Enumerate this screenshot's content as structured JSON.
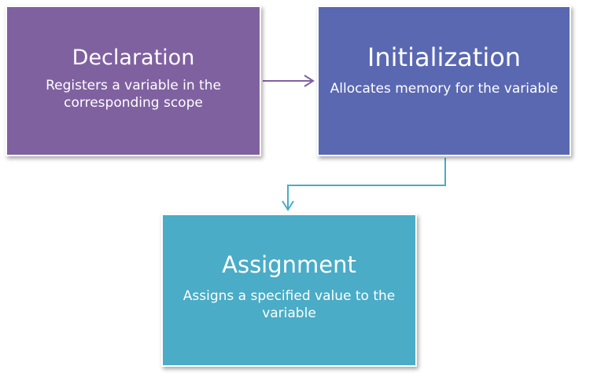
{
  "diagram": {
    "nodes": [
      {
        "id": "declaration",
        "title": "Declaration",
        "description": "Registers a variable in the corresponding scope",
        "color": "#8061a0"
      },
      {
        "id": "initialization",
        "title": "Initialization",
        "description": "Allocates memory for the variable",
        "color": "#5a68b2"
      },
      {
        "id": "assignment",
        "title": "Assignment",
        "description": "Assigns a specified value to the variable",
        "color": "#4aacc6"
      }
    ],
    "edges": [
      {
        "from": "declaration",
        "to": "initialization",
        "color": "#8061a0"
      },
      {
        "from": "initialization",
        "to": "assignment",
        "color": "#4aacc6"
      }
    ]
  }
}
